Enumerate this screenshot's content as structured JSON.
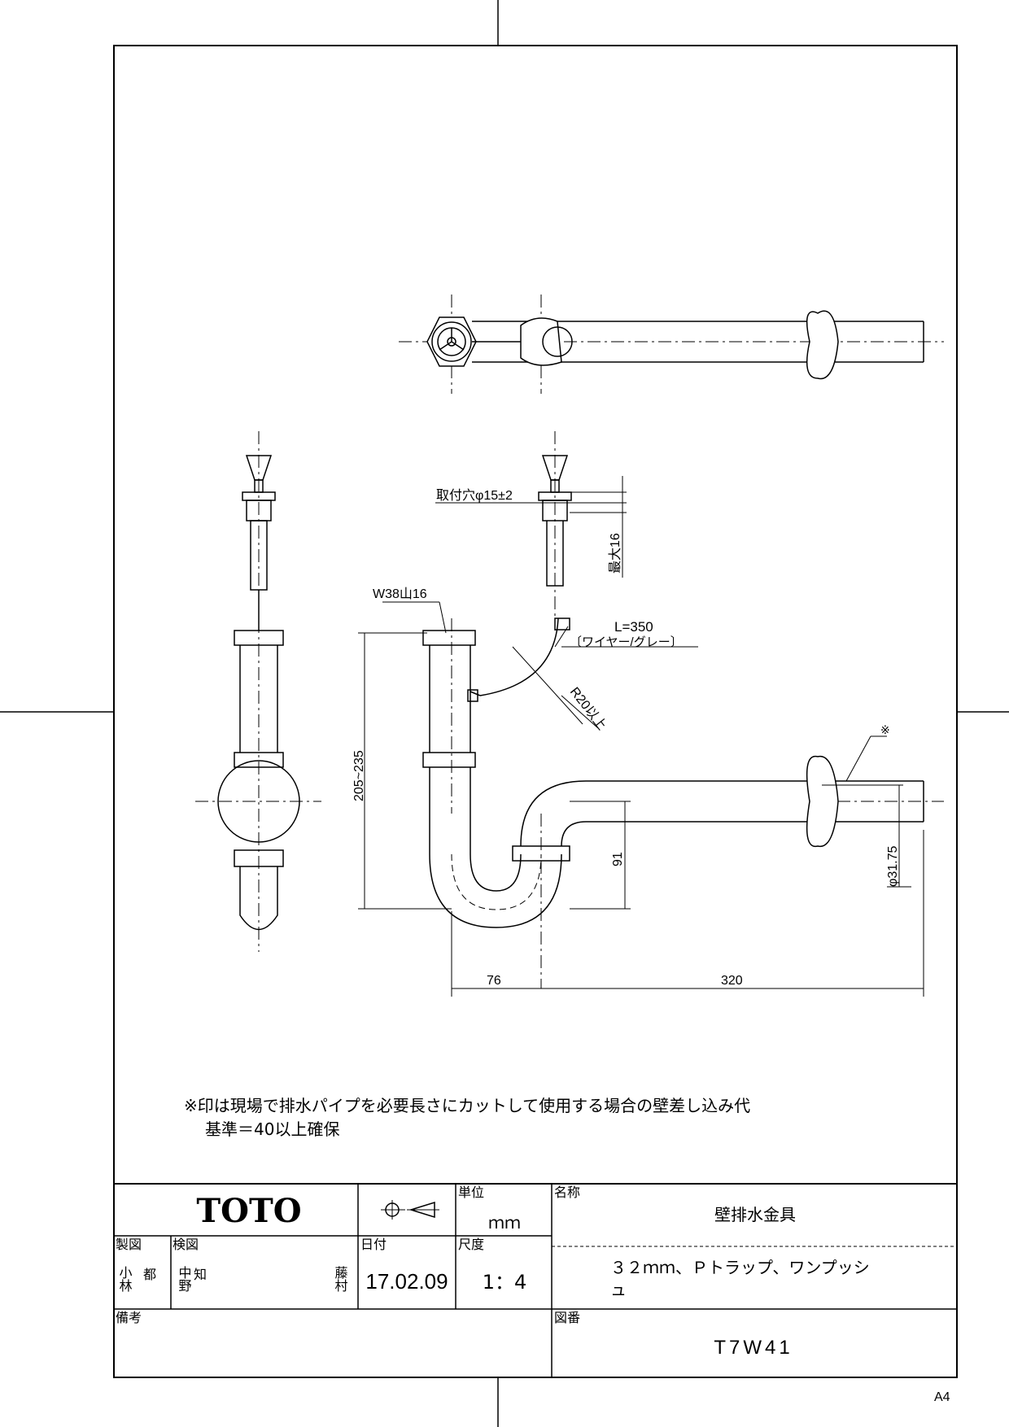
{
  "drawing": {
    "dim_hole": "取付穴φ15±2",
    "dim_max16": "最大16",
    "dim_w38": "W38山16",
    "dim_wire_length": "L=350",
    "dim_wire_note": "〔ワイヤー/グレー〕",
    "dim_radius": "R20以上",
    "dim_height": "205~235",
    "dim_91": "91",
    "dim_76": "76",
    "dim_320": "320",
    "dim_diameter": "φ31.75",
    "mark": "※"
  },
  "note": {
    "line1": "※印は現場で排水パイプを必要長さにカットして使用する場合の壁差し込み代",
    "line2": "基準＝40以上確保"
  },
  "title_block": {
    "logo": "TOTO",
    "unit_label": "単位",
    "unit_value": "ｍｍ",
    "name_label": "名称",
    "name_value": "壁排水金具",
    "drawn_label": "製図",
    "drawn_1": "小林",
    "drawn_2": "都",
    "checked_label": "検図",
    "checked_1": "中野",
    "checked_2": "知",
    "checked_3": "藤村",
    "date_label": "日付",
    "date_value": "17.02.09",
    "scale_label": "尺度",
    "scale_value": "1：4",
    "description_line1": "３２ｍｍ、Ｐトラップ、ワンプッシ",
    "description_line2": "ュ",
    "remarks_label": "備考",
    "drawing_no_label": "図番",
    "drawing_no_value": "T7W41"
  },
  "paper_size": "A4"
}
